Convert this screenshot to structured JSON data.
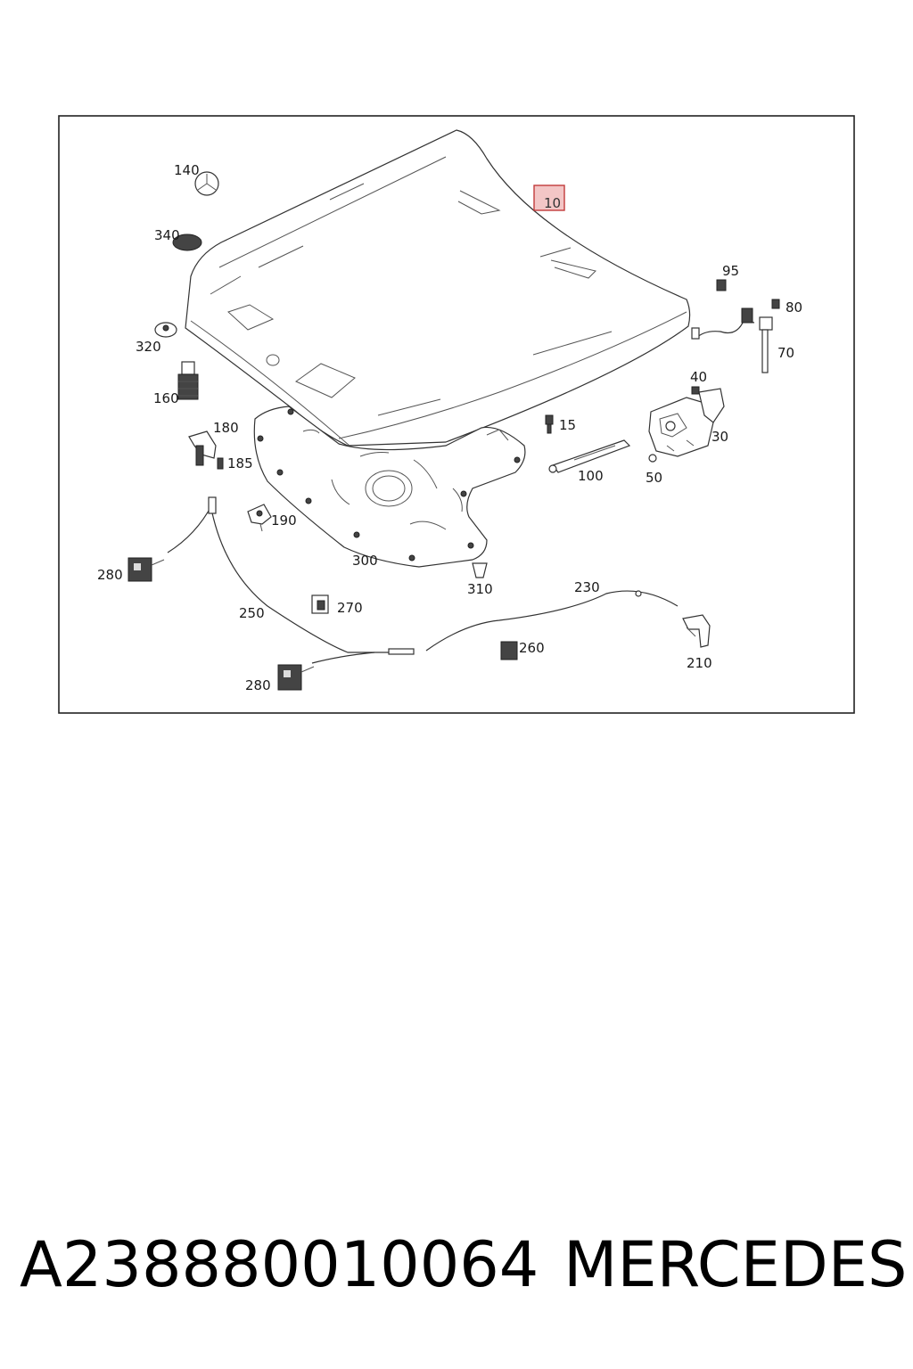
{
  "diagram": {
    "highlight_color": "#f3c6c6",
    "labels": {
      "p10": "10",
      "p15": "15",
      "p30": "30",
      "p40": "40",
      "p50": "50",
      "p70": "70",
      "p80": "80",
      "p95": "95",
      "p100": "100",
      "p140": "140",
      "p160": "160",
      "p180": "180",
      "p185": "185",
      "p190": "190",
      "p210": "210",
      "p230": "230",
      "p250": "250",
      "p260": "260",
      "p270": "270",
      "p280a": "280",
      "p280b": "280",
      "p300": "300",
      "p310": "310",
      "p320": "320",
      "p340": "340"
    }
  },
  "footer": {
    "part_number": "A238880010064",
    "brand": "MERCEDES"
  }
}
